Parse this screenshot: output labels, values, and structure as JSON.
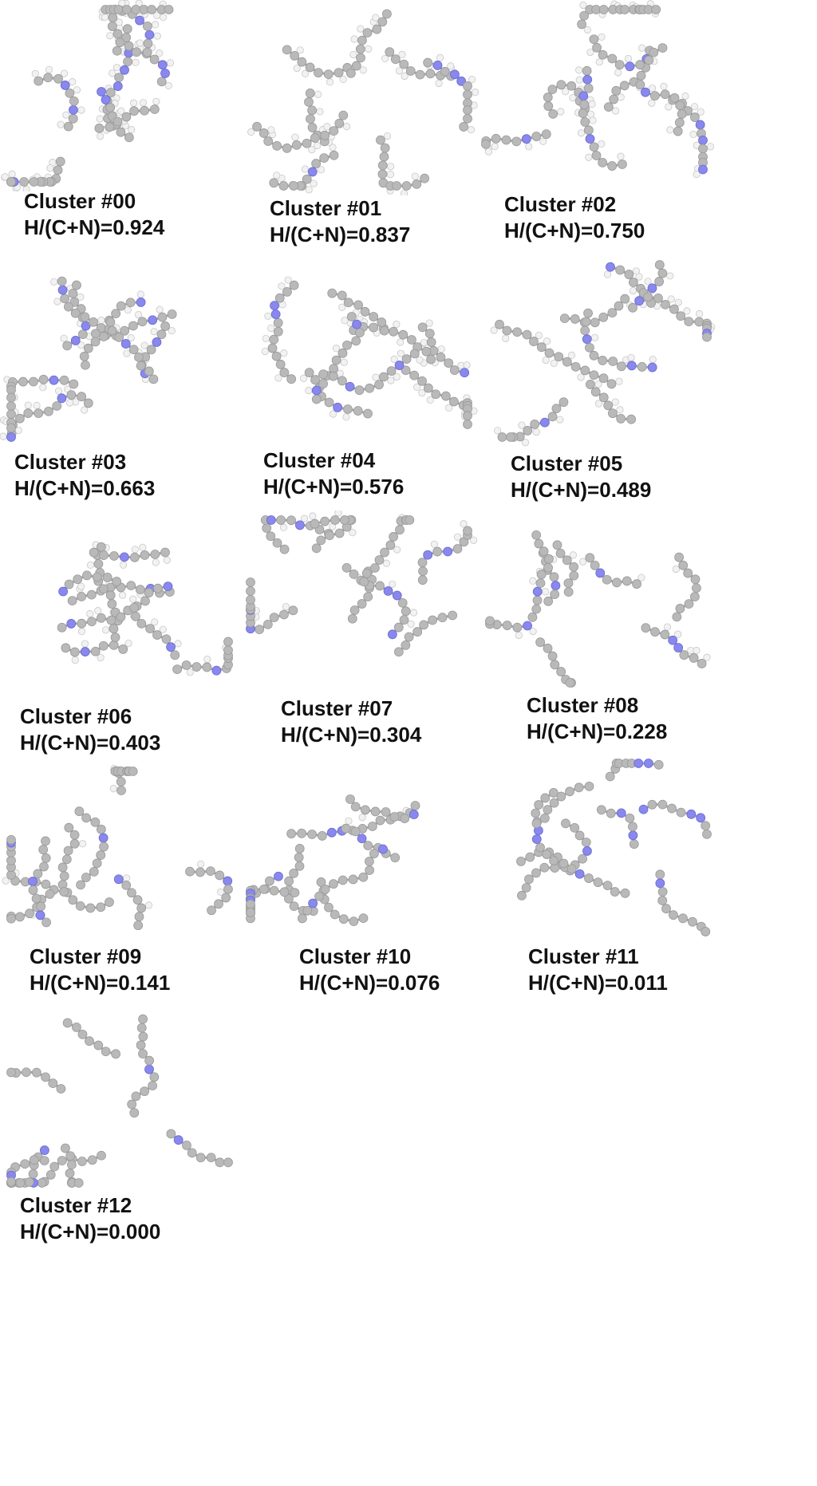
{
  "figure": {
    "atom_colors": {
      "carbon": "#b9b9b9",
      "nitrogen": "#8888ee",
      "hydrogen": "#f2f2f2",
      "bond": "#a9a9a9"
    },
    "clusters": [
      {
        "name": "Cluster #00",
        "ratio_label": "H/(C+N)=0.924",
        "ratio": 0.924
      },
      {
        "name": "Cluster #01",
        "ratio_label": "H/(C+N)=0.837",
        "ratio": 0.837
      },
      {
        "name": "Cluster #02",
        "ratio_label": "H/(C+N)=0.750",
        "ratio": 0.75
      },
      {
        "name": "Cluster #03",
        "ratio_label": "H/(C+N)=0.663",
        "ratio": 0.663
      },
      {
        "name": "Cluster #04",
        "ratio_label": "H/(C+N)=0.576",
        "ratio": 0.576
      },
      {
        "name": "Cluster #05",
        "ratio_label": "H/(C+N)=0.489",
        "ratio": 0.489
      },
      {
        "name": "Cluster #06",
        "ratio_label": "H/(C+N)=0.403",
        "ratio": 0.403
      },
      {
        "name": "Cluster #07",
        "ratio_label": "H/(C+N)=0.304",
        "ratio": 0.304
      },
      {
        "name": "Cluster #08",
        "ratio_label": "H/(C+N)=0.228",
        "ratio": 0.228
      },
      {
        "name": "Cluster #09",
        "ratio_label": "H/(C+N)=0.141",
        "ratio": 0.141
      },
      {
        "name": "Cluster #10",
        "ratio_label": "H/(C+N)=0.076",
        "ratio": 0.076
      },
      {
        "name": "Cluster #11",
        "ratio_label": "H/(C+N)=0.011",
        "ratio": 0.011
      },
      {
        "name": "Cluster #12",
        "ratio_label": "H/(C+N)=0.000",
        "ratio": 0.0
      }
    ]
  }
}
